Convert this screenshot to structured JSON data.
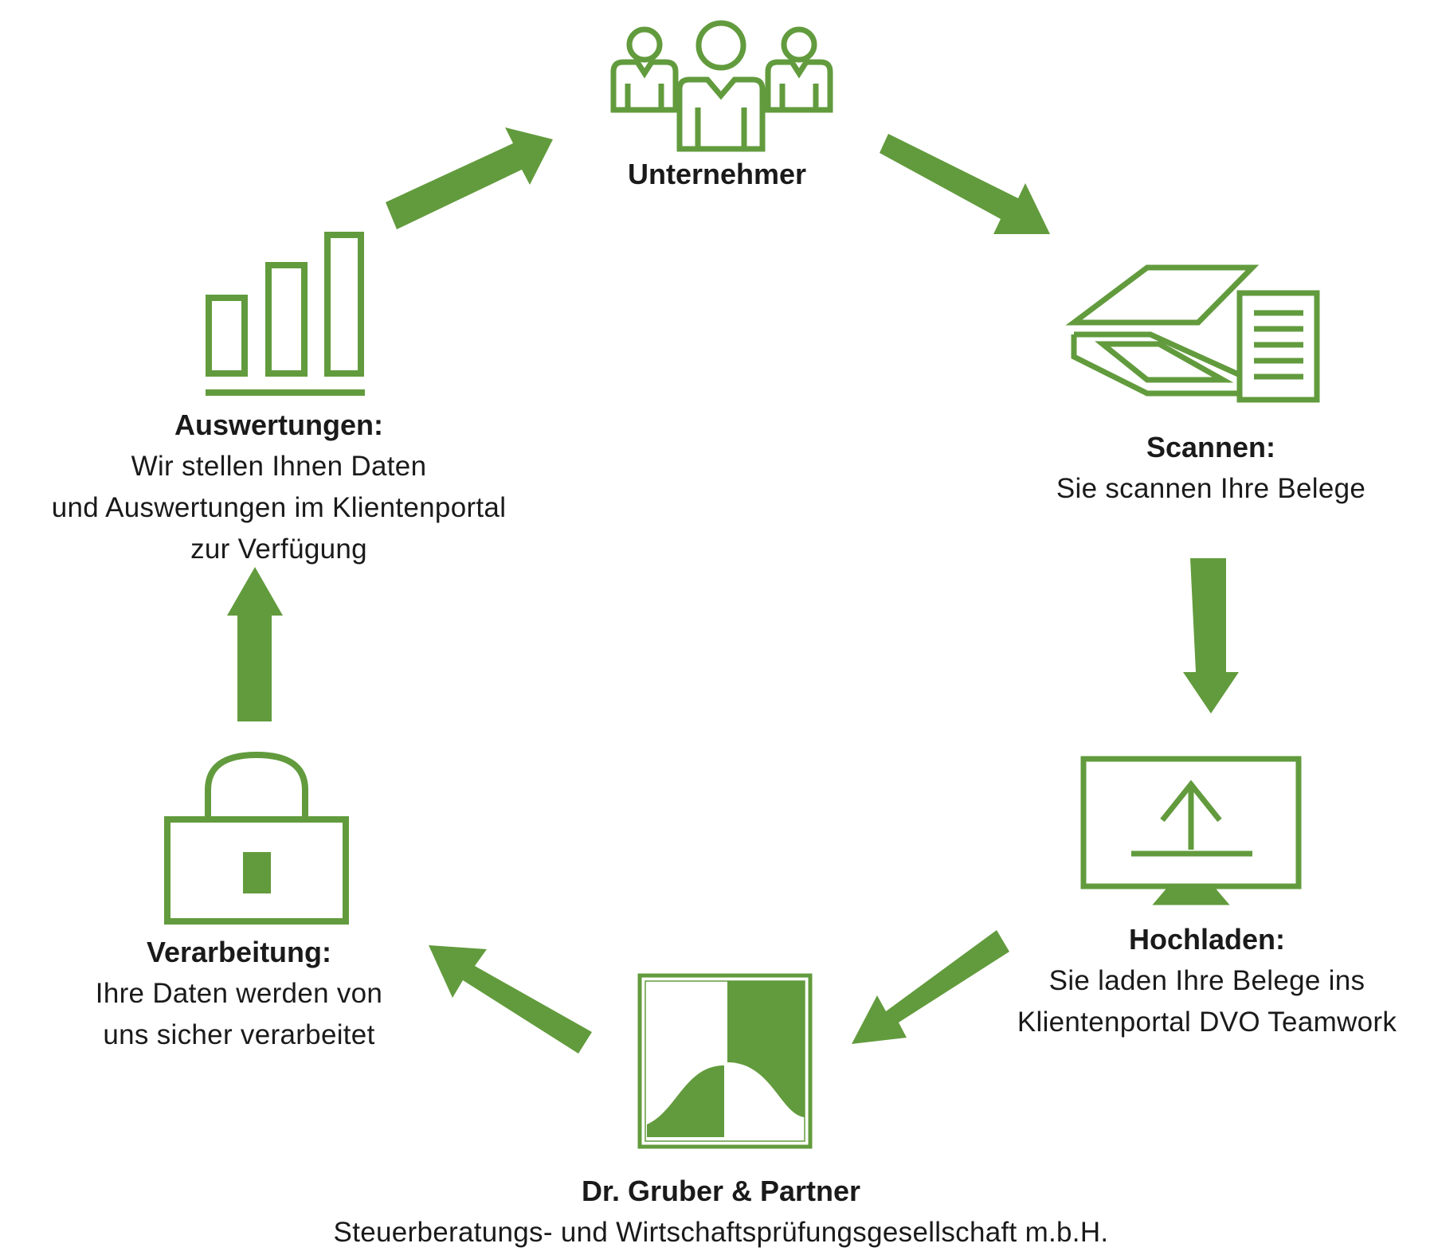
{
  "colors": {
    "accent": "#629b3d"
  },
  "steps": {
    "unternehmer": {
      "title": "Unternehmer",
      "icon": "people-group-icon"
    },
    "scannen": {
      "title": "Scannen:",
      "desc": [
        "Sie scannen Ihre Belege"
      ],
      "icon": "scanner-icon"
    },
    "hochladen": {
      "title": "Hochladen:",
      "desc": [
        "Sie laden Ihre Belege ins",
        "Klientenportal DVO Teamwork"
      ],
      "icon": "monitor-upload-icon"
    },
    "kanzlei": {
      "title": "Dr. Gruber & Partner",
      "desc": [
        "Steuerberatungs- und Wirtschaftsprüfungsgesellschaft m.b.H."
      ],
      "icon": "company-logo"
    },
    "verarbeitung": {
      "title": "Verarbeitung:",
      "desc": [
        "Ihre Daten werden von",
        "uns sicher verarbeitet"
      ],
      "icon": "padlock-icon"
    },
    "auswertungen": {
      "title": "Auswertungen:",
      "desc": [
        "Wir stellen Ihnen Daten",
        "und Auswertungen im Klientenportal",
        "zur Verfügung"
      ],
      "icon": "bar-chart-icon"
    }
  }
}
